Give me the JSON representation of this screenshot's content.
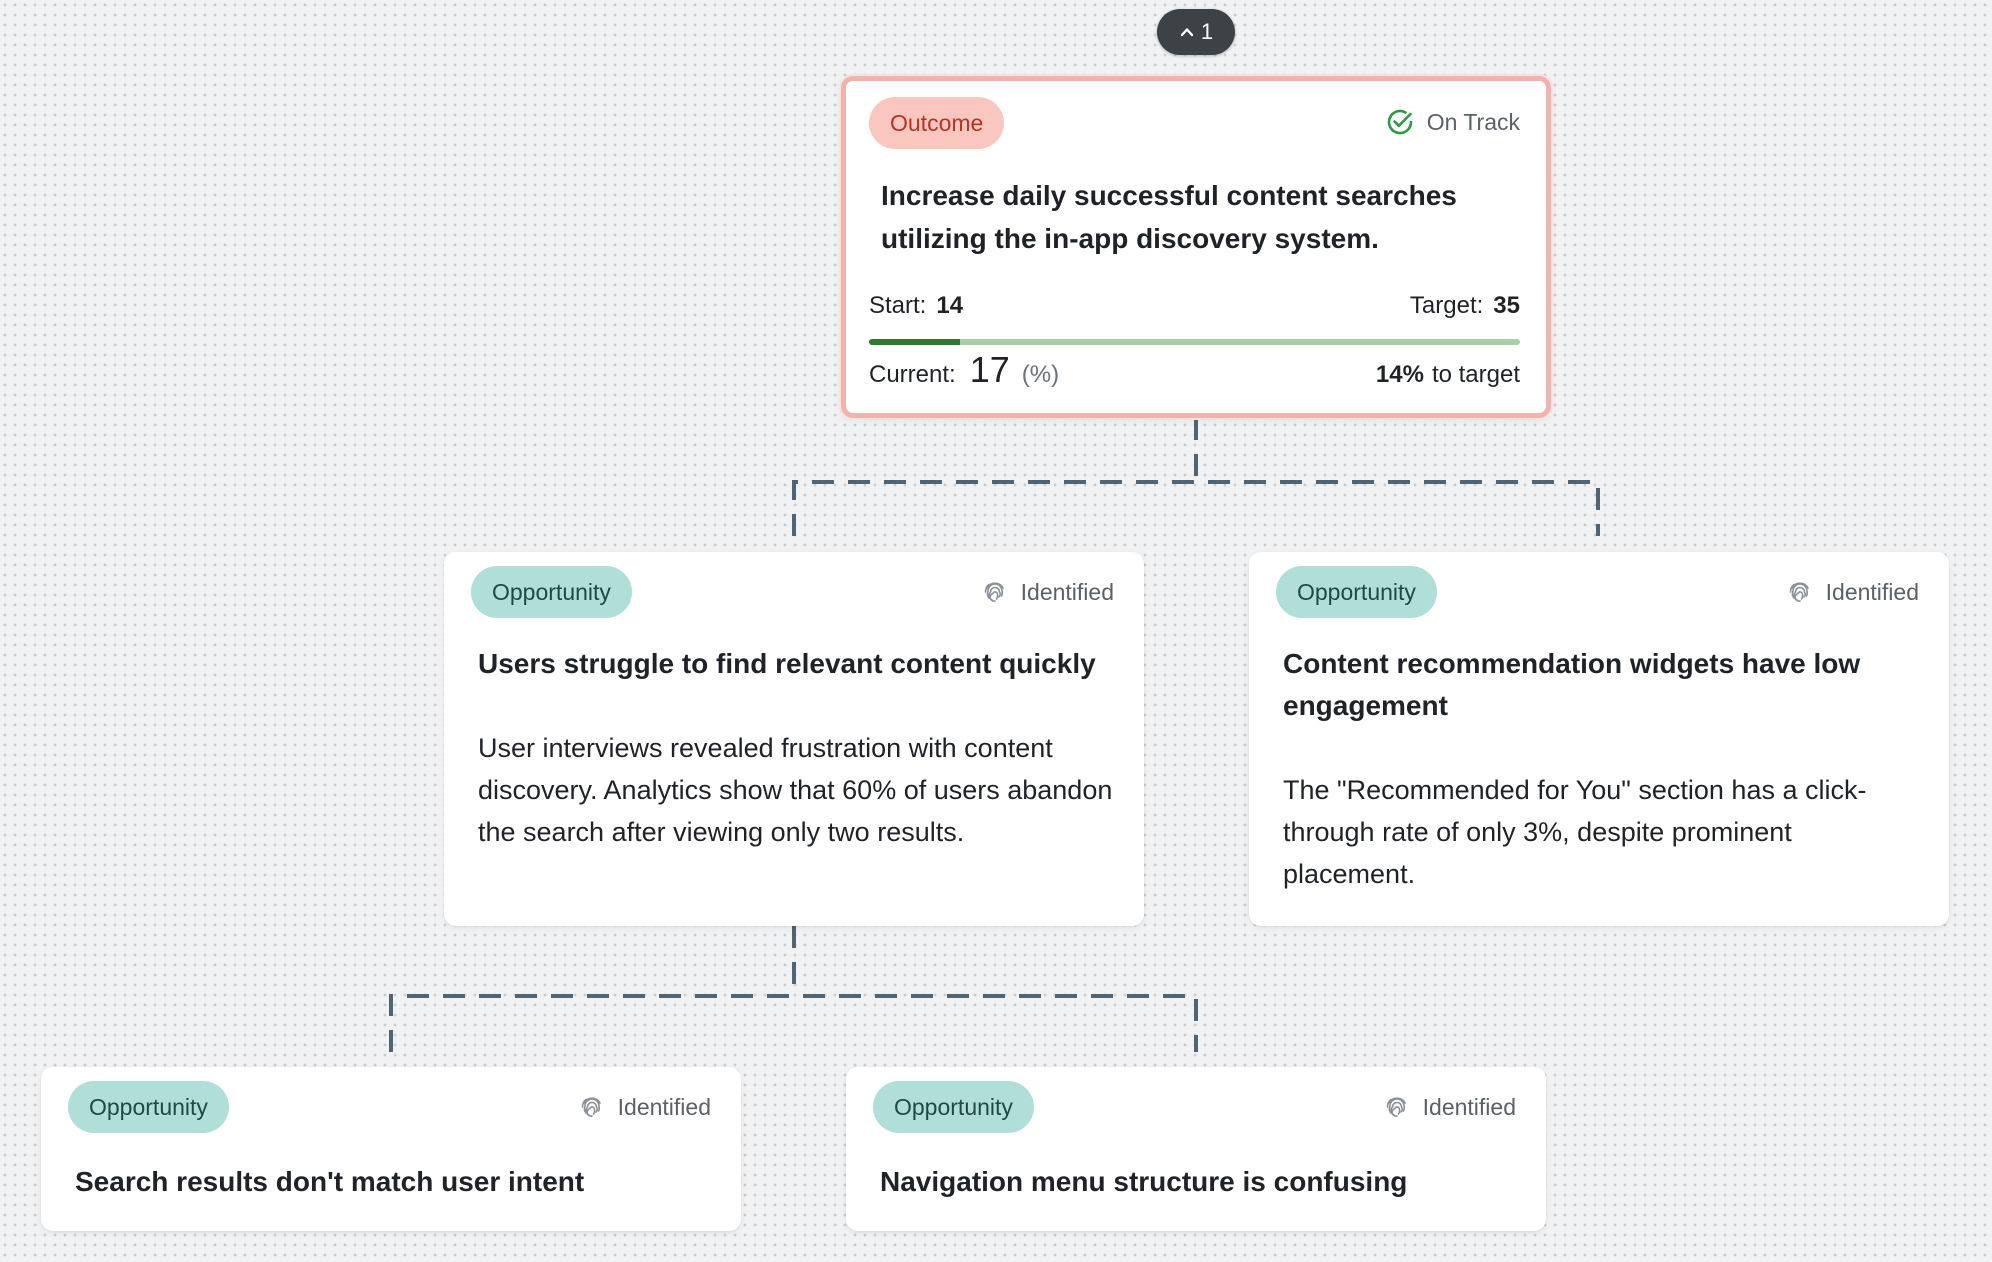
{
  "collapse_control": {
    "label": "1",
    "icon": "chevron-up-icon"
  },
  "outcome": {
    "badge": "Outcome",
    "status": {
      "label": "On Track",
      "icon": "check-circle-icon",
      "color": "#2e9a45"
    },
    "title": "Increase daily successful content searches utilizing the in-app discovery system.",
    "start_label": "Start:",
    "start_value": "14",
    "target_label": "Target:",
    "target_value": "35",
    "current_label": "Current:",
    "current_value": "17",
    "current_unit": "(%)",
    "progress_percent": 14,
    "to_target_percent": "14%",
    "to_target_suffix": "to target"
  },
  "opportunities": [
    {
      "badge": "Opportunity",
      "status": "Identified",
      "status_icon": "fingerprint-icon",
      "title": "Users struggle to find relevant content quickly",
      "description": "User interviews revealed frustration with content discovery. Analytics show that 60% of users abandon the search after viewing only two results."
    },
    {
      "badge": "Opportunity",
      "status": "Identified",
      "status_icon": "fingerprint-icon",
      "title": "Content recommendation widgets have low engagement",
      "description": "The \"Recommended for You\" section has a click-through rate of only 3%, despite prominent placement."
    },
    {
      "badge": "Opportunity",
      "status": "Identified",
      "status_icon": "fingerprint-icon",
      "title": "Search results don't match user intent"
    },
    {
      "badge": "Opportunity",
      "status": "Identified",
      "status_icon": "fingerprint-icon",
      "title": "Navigation menu structure is confusing"
    }
  ],
  "colors": {
    "outcome_badge_bg": "#f9c7bf",
    "outcome_badge_text": "#b83225",
    "opportunity_badge_bg": "#b0dfd9",
    "opportunity_badge_text": "#1d4a45",
    "progress_fill": "#2d7a35",
    "progress_track": "#a9cfa8",
    "connector": "#4f6475"
  }
}
